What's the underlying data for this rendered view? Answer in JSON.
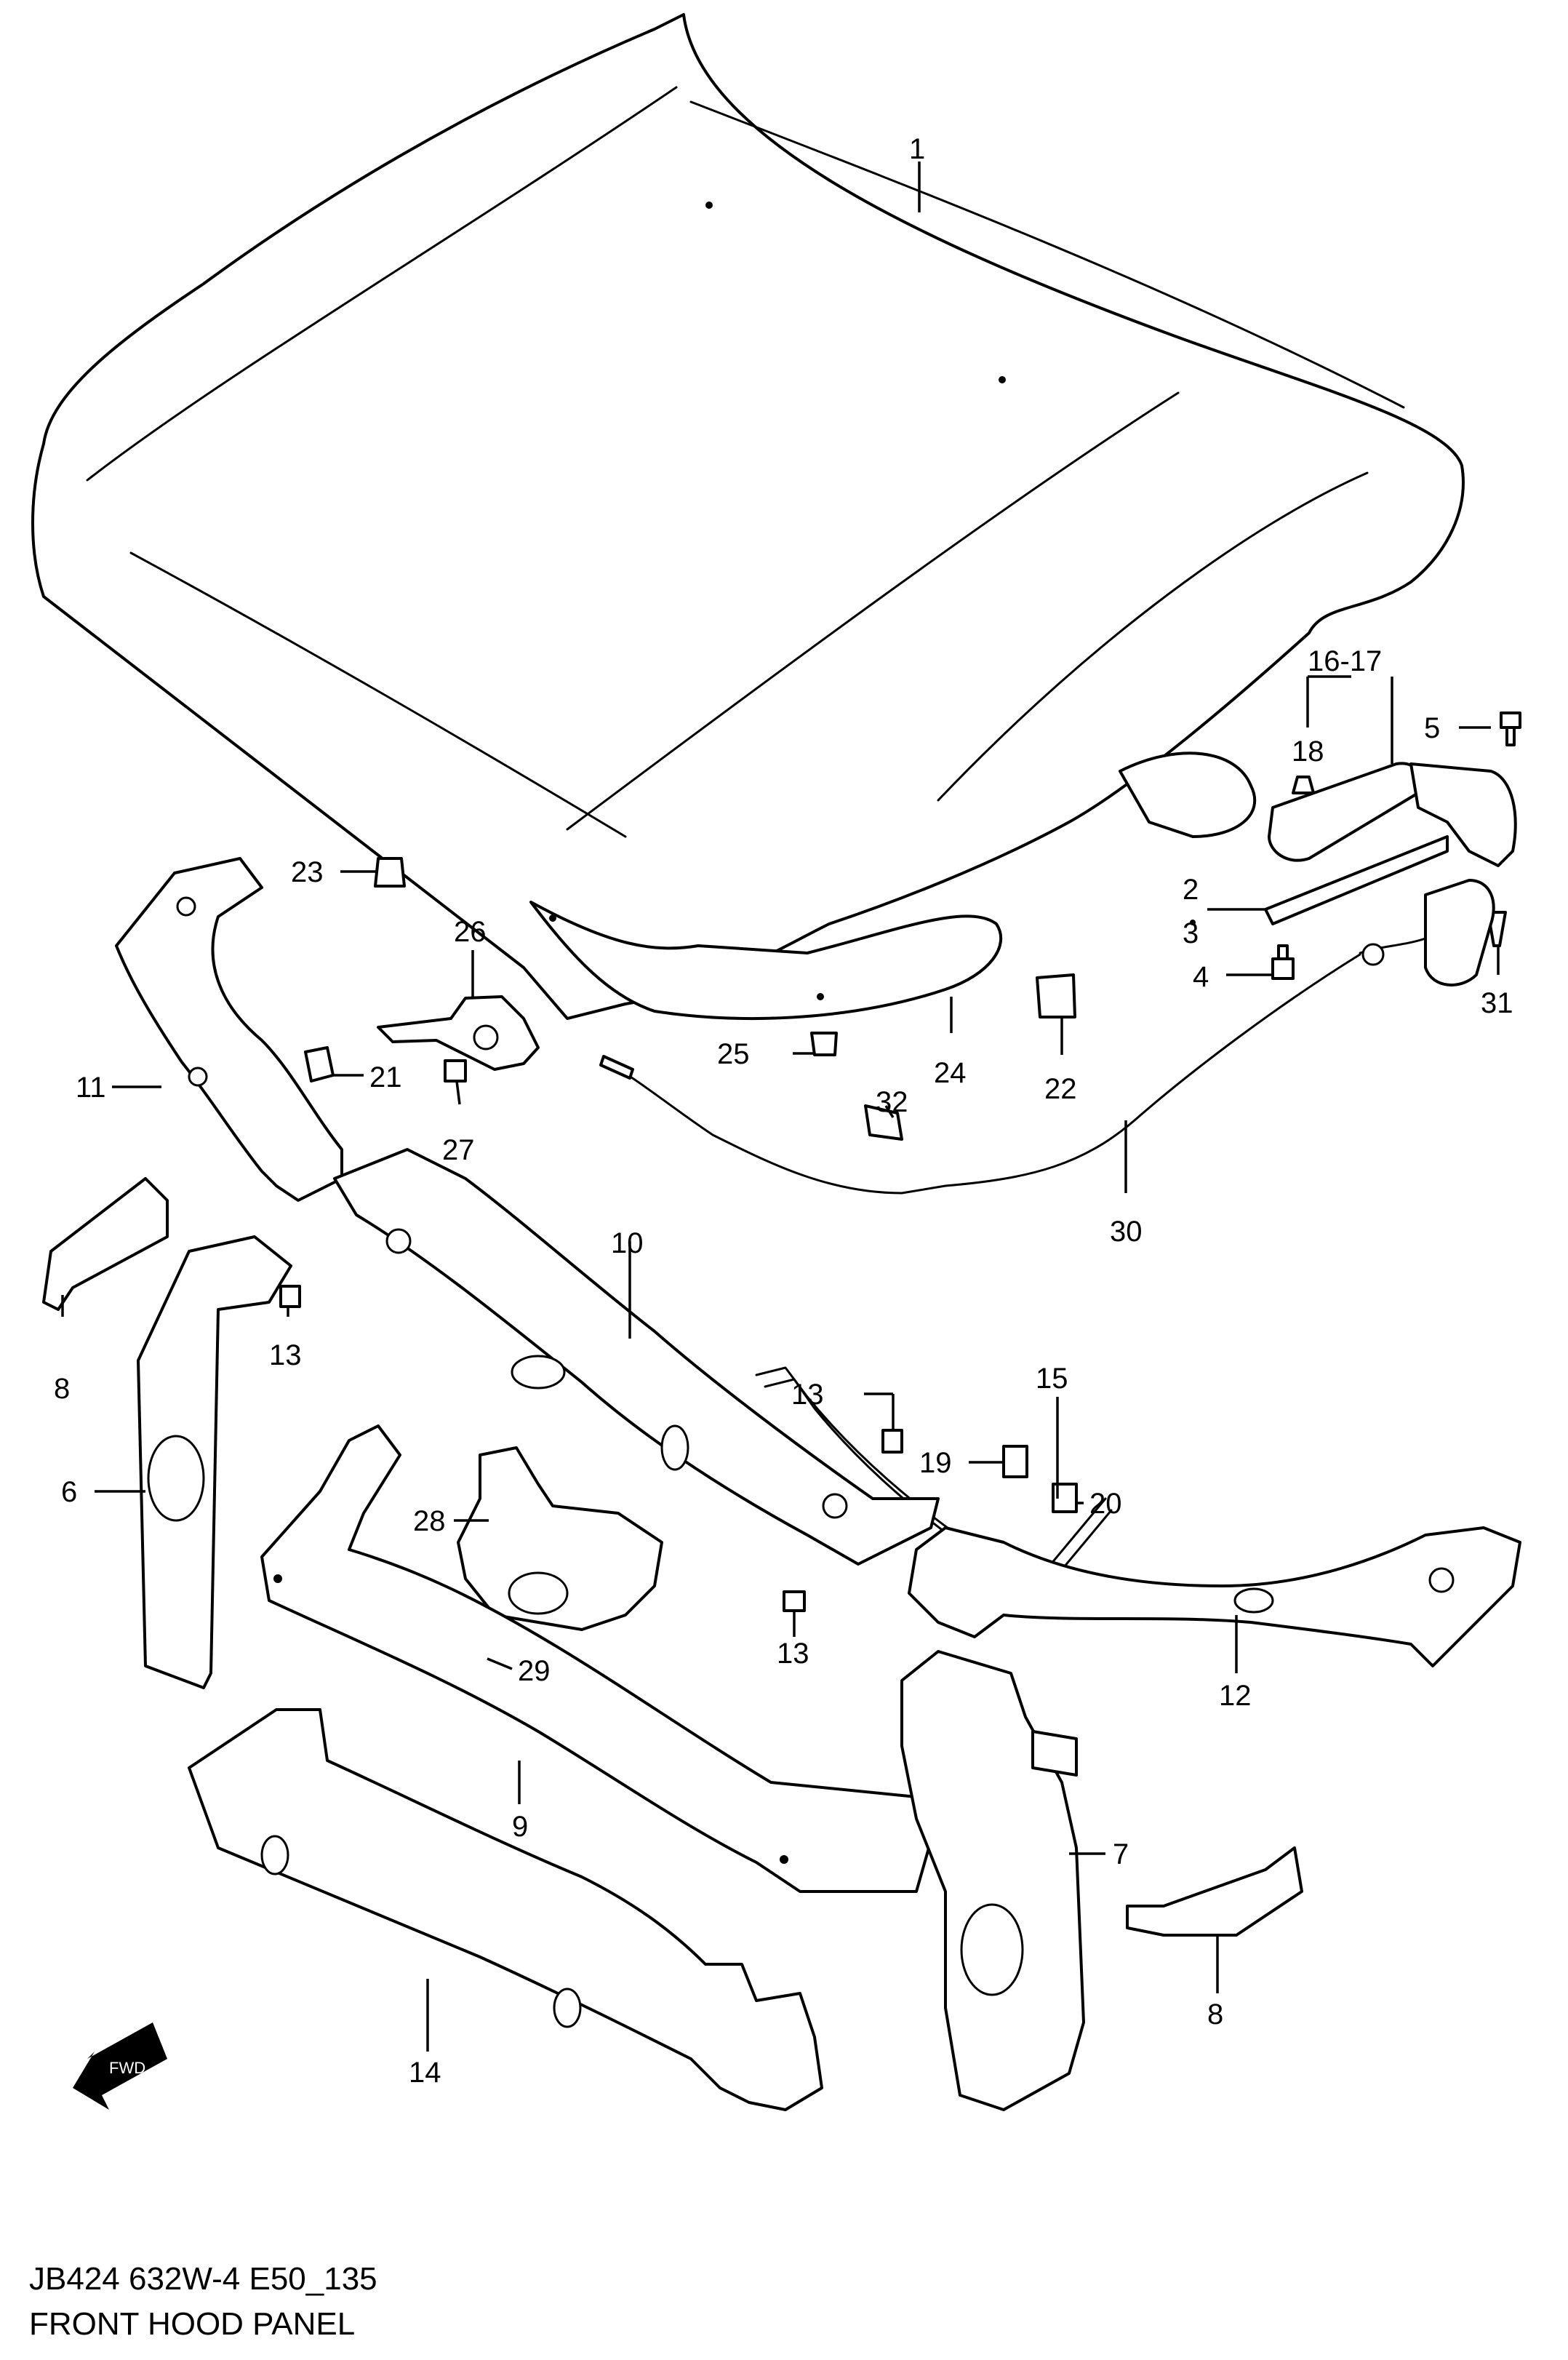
{
  "diagram": {
    "code": "JB424 632W-4 E50_135",
    "title": "FRONT HOOD PANEL",
    "fwd_label": "FWD",
    "callouts": {
      "c1": "1",
      "c16_17": "16-17",
      "c18": "18",
      "c5": "5",
      "c2": "2",
      "c3": "3",
      "c4": "4",
      "c31": "31",
      "c23": "23",
      "c26": "26",
      "c21": "21",
      "c27": "27",
      "c25": "25",
      "c24": "24",
      "c22": "22",
      "c32": "32",
      "c30": "30",
      "c11": "11",
      "c10": "10",
      "c8a": "8",
      "c13a": "13",
      "c6": "6",
      "c13b": "13",
      "c15": "15",
      "c19": "19",
      "c20": "20",
      "c28": "28",
      "c13c": "13",
      "c29": "29",
      "c12": "12",
      "c9": "9",
      "c7": "7",
      "c8b": "8",
      "c14": "14"
    }
  }
}
